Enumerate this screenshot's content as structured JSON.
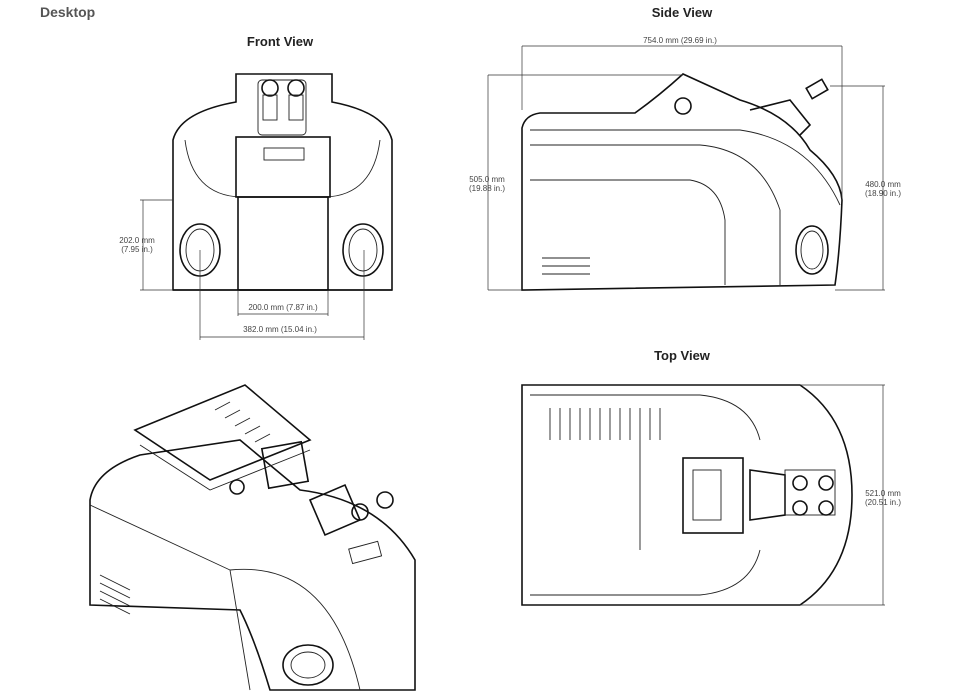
{
  "section_title": "Desktop",
  "views": {
    "front": {
      "title": "Front View",
      "dim_height": "202.0 mm",
      "dim_height_in": "(7.95 in.)",
      "dim_inner": "200.0 mm (7.87 in.)",
      "dim_width": "382.0 mm (15.04 in.)"
    },
    "side": {
      "title": "Side View",
      "dim_length": "754.0 mm (29.69 in.)",
      "dim_height": "505.0 mm",
      "dim_height_in": "(19.88 in.)",
      "dim_height2": "480.0 mm",
      "dim_height2_in": "(18.90 in.)"
    },
    "top": {
      "title": "Top View",
      "dim_width": "521.0 mm",
      "dim_width_in": "(20.51 in.)"
    }
  }
}
